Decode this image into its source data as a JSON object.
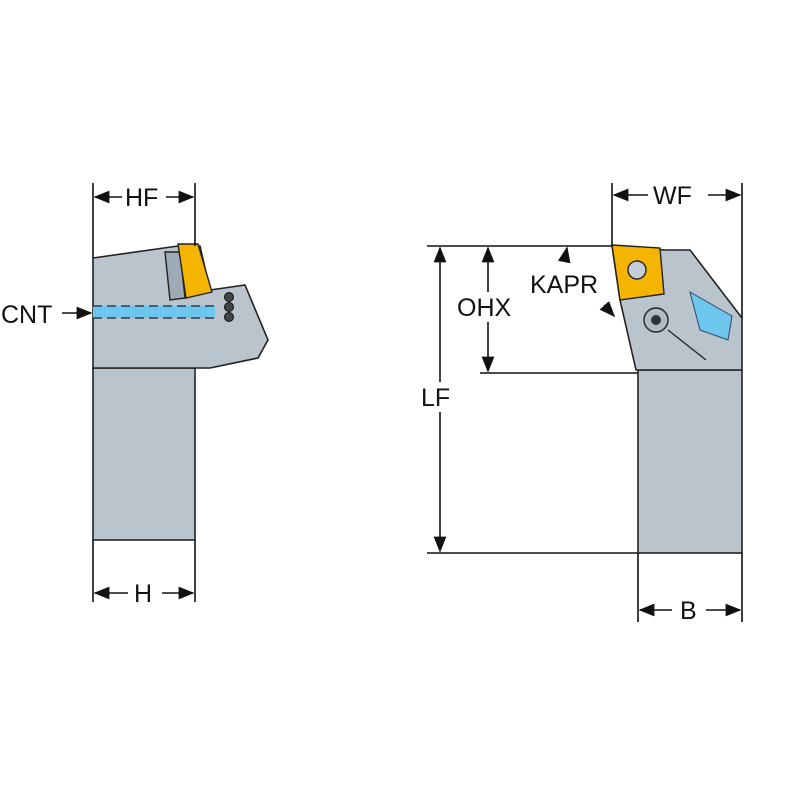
{
  "labels": {
    "hf": "HF",
    "h": "H",
    "cnt": "CNT",
    "wf": "WF",
    "kapr": "KAPR",
    "ohx": "OHX",
    "lf": "LF",
    "b": "B"
  },
  "colors": {
    "body": "#b9c4cd",
    "insert": "#f4b400",
    "coolant": "#6cc6ee"
  }
}
